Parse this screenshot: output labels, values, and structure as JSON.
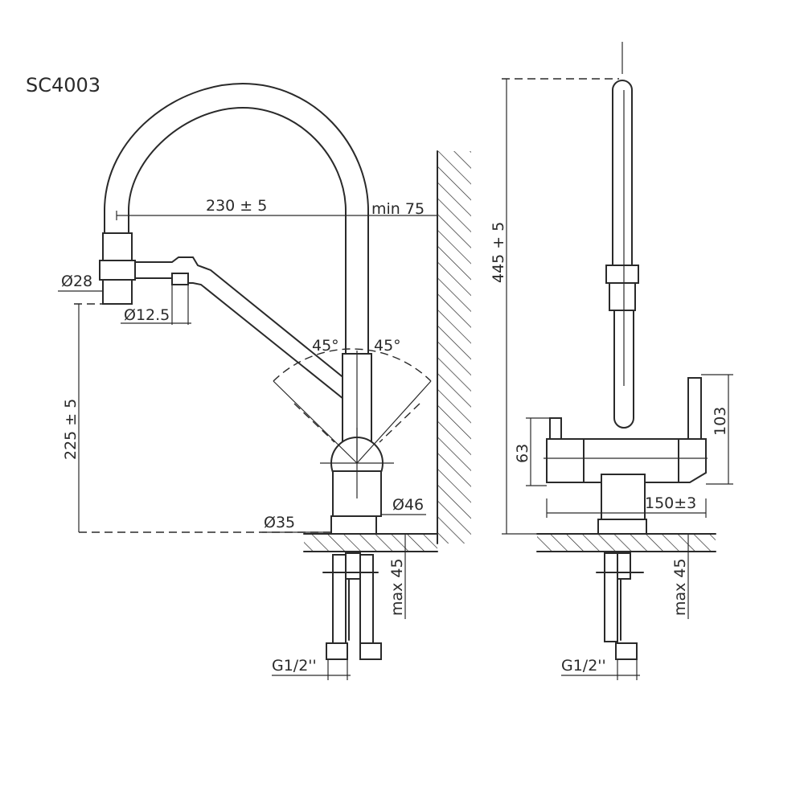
{
  "title": "SC4003",
  "front_view": {
    "dim_reach": "230 ± 5",
    "dim_wall_clearance": "min 75",
    "dim_spout_diameter": "Ø28",
    "dim_hose_diameter": "Ø12.5",
    "dim_height": "225 ± 5",
    "angle_left": "45°",
    "angle_right": "45°",
    "dim_body_diameter": "Ø46",
    "dim_base_diameter": "Ø35",
    "dim_counter_thickness": "max 45",
    "dim_connection": "G1/2''"
  },
  "side_view": {
    "dim_total_height": "445 + 5",
    "dim_lever_height": "103",
    "dim_body_height": "63",
    "dim_body_width": "150±3",
    "dim_counter_thickness": "max 45",
    "dim_connection": "G1/2''"
  }
}
